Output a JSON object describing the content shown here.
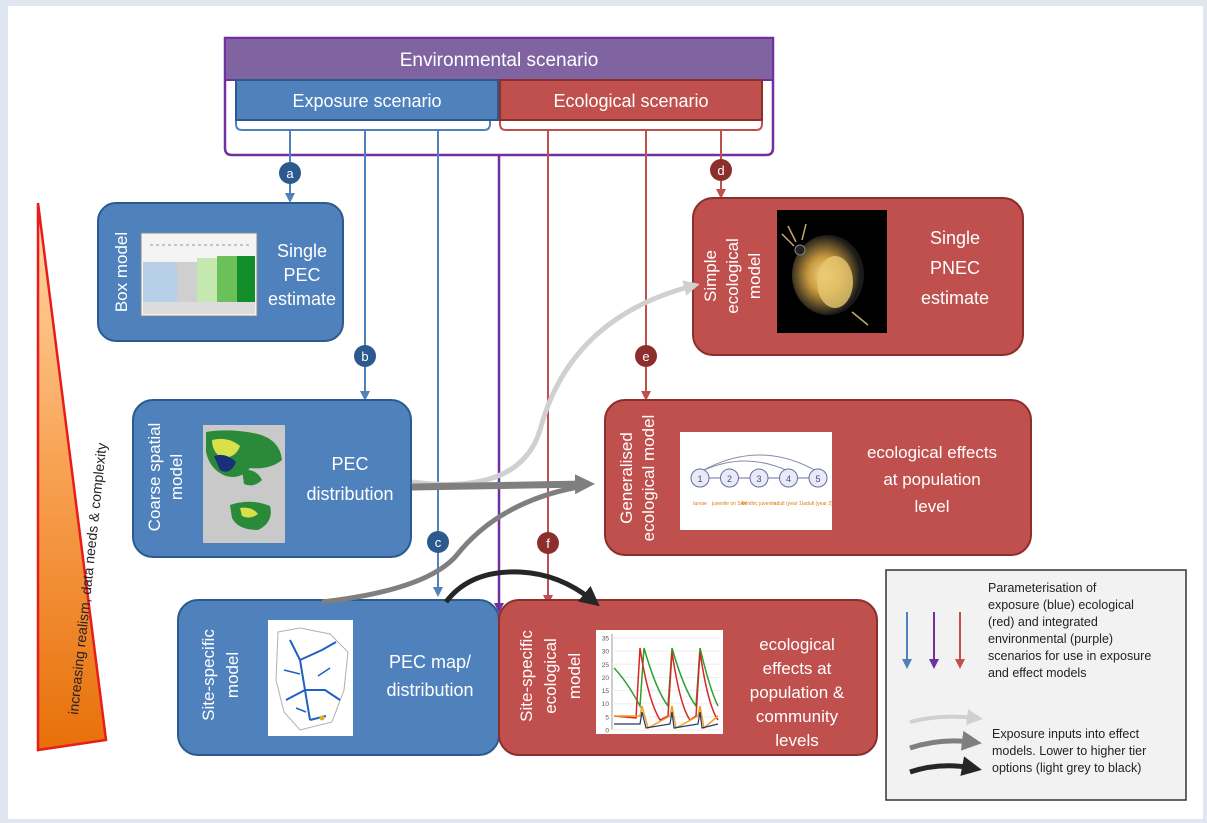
{
  "scenarios": {
    "environmental": "Environmental scenario",
    "exposure": "Exposure  scenario",
    "ecological": "Ecological scenario"
  },
  "markers": [
    "a",
    "b",
    "c",
    "d",
    "e",
    "f"
  ],
  "exposure_models": {
    "box": {
      "side": "Box model",
      "lines": [
        "Single",
        "PEC",
        "estimate"
      ]
    },
    "coarse": {
      "side": [
        "Coarse spatial",
        "model"
      ],
      "lines": [
        "PEC",
        "distribution"
      ]
    },
    "site": {
      "side": [
        "Site-specific",
        "model"
      ],
      "lines": [
        "PEC map/",
        "distribution"
      ]
    }
  },
  "effect_models": {
    "simple": {
      "side": [
        "Simple",
        "ecological",
        "model"
      ],
      "lines": [
        "Single",
        "PNEC",
        "estimate"
      ]
    },
    "generalised": {
      "side": [
        "Generalised",
        "ecological model"
      ],
      "lines": [
        "ecological effects",
        "at population",
        "level"
      ]
    },
    "site": {
      "side": [
        "Site-specific",
        "ecological",
        "model"
      ],
      "lines": [
        "ecological",
        "effects at",
        "population &",
        "community",
        "levels"
      ]
    }
  },
  "triangle_label": "increasing realism, data needs & complexity",
  "legend": {
    "param_lines": [
      "Parameterisation of",
      "exposure (blue) ecological",
      "(red) and integrated",
      "environmental (purple)",
      "scenarios for use in exposure",
      "and effect models"
    ],
    "exposure_lines": [
      "Exposure inputs into effect",
      "models. Lower to higher tier",
      "options (light grey to black)"
    ]
  },
  "lifecycle": {
    "stages": [
      "1",
      "2",
      "3",
      "4",
      "5"
    ],
    "stage_labels": [
      "larvae",
      "juvenile on SAV",
      "benthic juvenile",
      "adult (year 1)",
      "adult (year 2)"
    ]
  },
  "timeseries": {
    "y_ticks": [
      "35",
      "30",
      "25",
      "20",
      "15",
      "10",
      "5",
      "0"
    ]
  },
  "colors": {
    "blue": "#4f81bd",
    "blue_dark": "#2c5a8e",
    "red": "#c0504d",
    "red_dark": "#8c2f2c",
    "purple": "#7030a0",
    "purple_fill": "#8064a2"
  }
}
